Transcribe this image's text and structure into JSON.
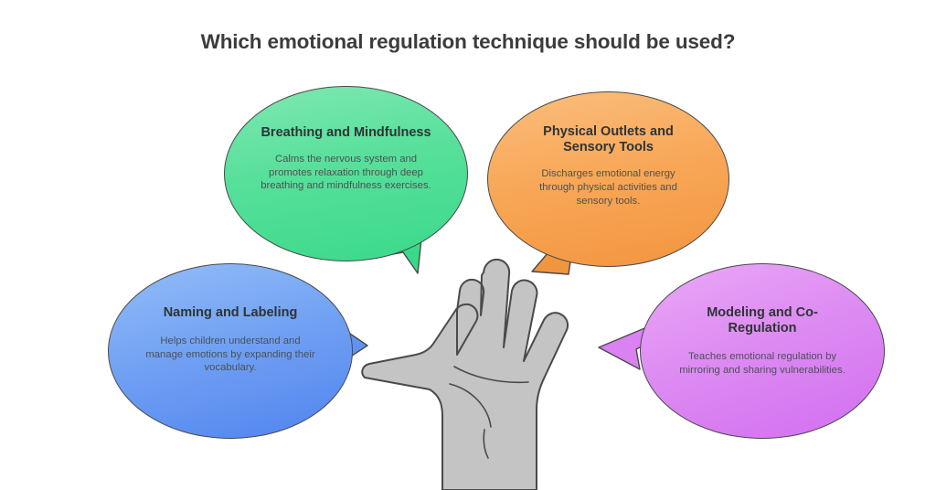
{
  "page": {
    "title": "Which emotional regulation technique should be used?",
    "background_color": "#ffffff",
    "title_color": "#3c3c3c"
  },
  "center_graphic": {
    "name": "open-hand-illustration",
    "description": "Gray open hand with five fingers and palm lines",
    "fill_color": "#c4c4c4",
    "outline_color": "#4a4a4a"
  },
  "bubbles": [
    {
      "id": "breathing-and-mindfulness",
      "heading": "Breathing and Mindfulness",
      "body": "Calms the nervous system and promotes relaxation through deep breathing and mindfulness exercises.",
      "color": "#4fdf95",
      "color_light": "#7fe8b2",
      "position": "top-left",
      "tail_direction": "down-right"
    },
    {
      "id": "physical-outlets-and-sensory-tools",
      "heading": "Physical Outlets and Sensory Tools",
      "body": "Discharges emotional energy through physical activities and sensory tools.",
      "color": "#f8a757",
      "color_light": "#fabd7c",
      "position": "top-right",
      "tail_direction": "down-left"
    },
    {
      "id": "naming-and-labeling",
      "heading": "Naming and Labeling",
      "body": "Helps children understand and manage emotions by expanding their vocabulary.",
      "color": "#6f9ff3",
      "color_light": "#93bdf7",
      "position": "bottom-left",
      "tail_direction": "right"
    },
    {
      "id": "modeling-and-co-regulation",
      "heading": "Modeling and Co-Regulation",
      "body": "Teaches emotional regulation by mirroring and sharing vulnerabilities.",
      "color": "#dd8cf2",
      "color_light": "#eaa8f7",
      "position": "bottom-right",
      "tail_direction": "left"
    }
  ]
}
